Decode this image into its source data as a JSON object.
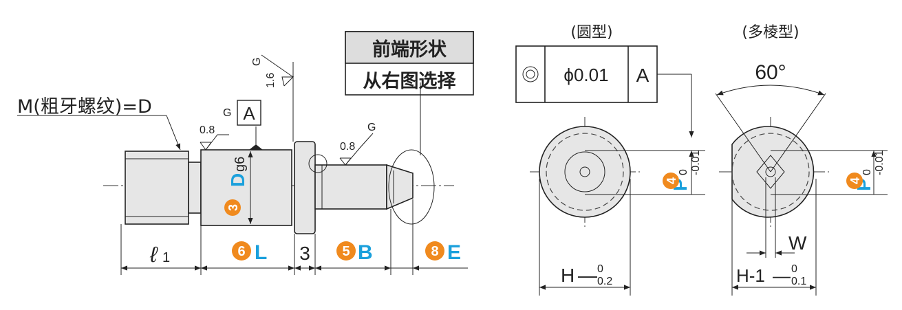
{
  "left_view": {
    "thread_label": "M(粗牙螺纹)=D",
    "tip_box": {
      "line1": "前端形状",
      "line2": "从右图选择"
    },
    "datum": "A",
    "finish_a": "0.8",
    "finish_g1": "G",
    "finish_b": "1.6",
    "finish_g2": "G",
    "finish_c": "0.8",
    "finish_g3": "G",
    "diam_tol": "g6",
    "dims": {
      "l1_script": "ℓ",
      "l1_sub": "1",
      "L": "L",
      "three": "3",
      "B": "B",
      "E": "E",
      "D": "D"
    },
    "badges": {
      "n3": "3",
      "n6": "6",
      "n5": "5",
      "n8": "8"
    }
  },
  "right_view": {
    "round_title": "(圆型)",
    "multi_title": "(多棱型)",
    "tolerance_frame": {
      "symbol": "◎",
      "value": "ϕ0.01",
      "datum": "A"
    },
    "angle": "60°",
    "p_label": "P",
    "p_badge": "4",
    "p_tol_upper": "0",
    "p_tol_lower": "-0.01",
    "h_label": "H",
    "h_tol_upper": "0",
    "h_tol_lower": "0.2",
    "h1_label": "H-1",
    "h1_tol_upper": "0",
    "h1_tol_lower": "0.1",
    "w_label": "W",
    "dash": "—"
  }
}
